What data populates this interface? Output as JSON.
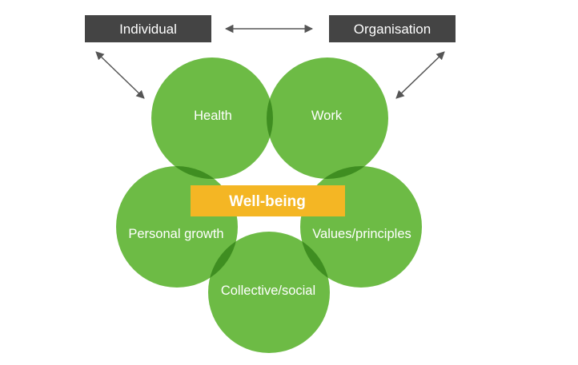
{
  "colors": {
    "box": "#444444",
    "circle": "#6dbb45",
    "overlap": "#3f8e21",
    "center_box": "#f4b624",
    "arrow": "#555555"
  },
  "boxes": {
    "individual": "Individual",
    "organisation": "Organisation"
  },
  "circles": {
    "health": "Health",
    "work": "Work",
    "personal_growth": "Personal growth",
    "values_principles": "Values/principles",
    "collective_social": "Collective/social"
  },
  "center": {
    "label": "Well-being"
  }
}
